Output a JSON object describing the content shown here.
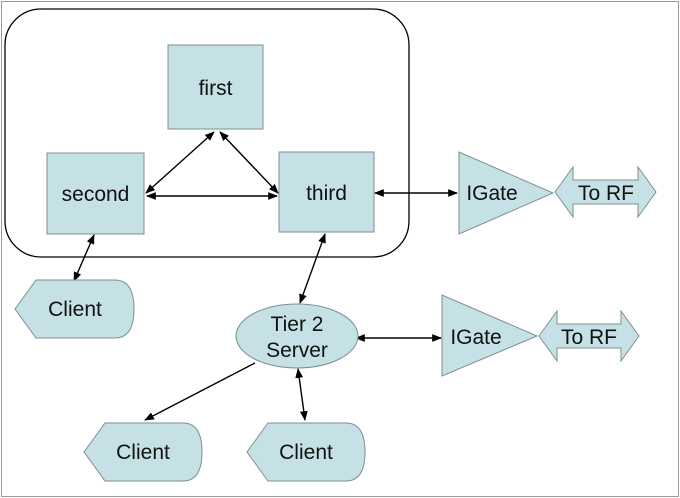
{
  "nodes": {
    "first": "first",
    "second": "second",
    "third": "third",
    "tier2_line1": "Tier 2",
    "tier2_line2": "Server",
    "igate_top": "IGate",
    "igate_bottom": "IGate",
    "torf_top": "To RF",
    "torf_bottom": "To RF",
    "client_left": "Client",
    "client_bottom_left": "Client",
    "client_bottom_right": "Client"
  },
  "colors": {
    "fill": "#c5e1e6",
    "outline": "#7e8e92",
    "line": "#000000"
  }
}
